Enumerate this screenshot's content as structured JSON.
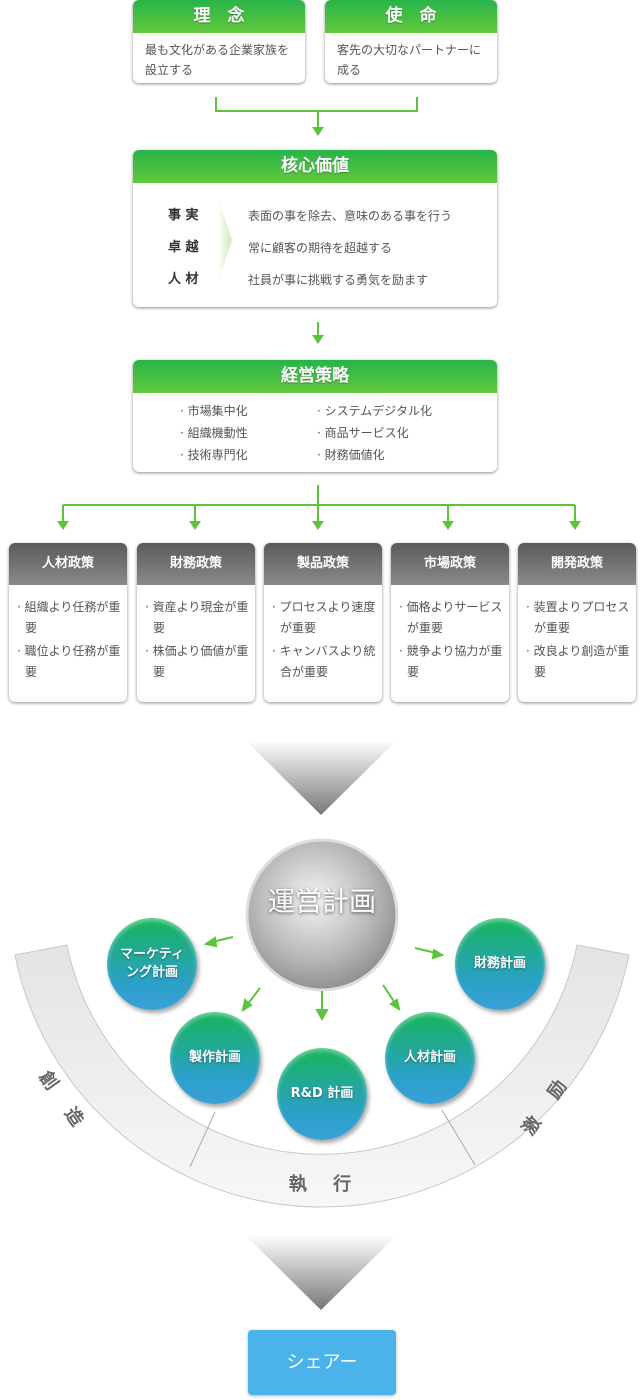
{
  "philosophy": {
    "title": "理　念",
    "text": "最も文化がある企業家族を設立する"
  },
  "mission": {
    "title": "使　命",
    "text": "客先の大切なパートナーに成る"
  },
  "core_values": {
    "title": "核心価値",
    "items": [
      {
        "label": "事 実",
        "text": "表面の事を除去、意味のある事を行う"
      },
      {
        "label": "卓 越",
        "text": "常に顧客の期待を超越する"
      },
      {
        "label": "人 材",
        "text": "社員が事に挑戦する勇気を励ます"
      }
    ]
  },
  "strategy": {
    "title": "経営策略",
    "left": [
      "市場集中化",
      "組織機動性",
      "技術専門化"
    ],
    "right": [
      "システムデジタル化",
      "商品サービス化",
      "財務価値化"
    ]
  },
  "policies": [
    {
      "title": "人材政策",
      "items": [
        "組織より任務が重要",
        "職位より任務が重要"
      ]
    },
    {
      "title": "財務政策",
      "items": [
        "資産より現金が重要",
        "株価より価値が重要"
      ]
    },
    {
      "title": "製品政策",
      "items": [
        "プロセスより速度が重要",
        "キャンバスより統合が重要"
      ]
    },
    {
      "title": "市場政策",
      "items": [
        "価格よりサービスが重要",
        "競争より協力が重要"
      ]
    },
    {
      "title": "開発政策",
      "items": [
        "装置よりプロセスが重要",
        "改良より創造が重要"
      ]
    }
  ],
  "operation": {
    "center": "運営計画",
    "plans": [
      "マーケティング計画",
      "財務計画",
      "製作計画",
      "R&D 計画",
      "人材計画"
    ],
    "arc": [
      "創 造",
      "執 行",
      "激 励"
    ]
  },
  "share_button": "シェアー",
  "colors": {
    "green": "#4cc23a",
    "share": "#4ab3ea"
  }
}
